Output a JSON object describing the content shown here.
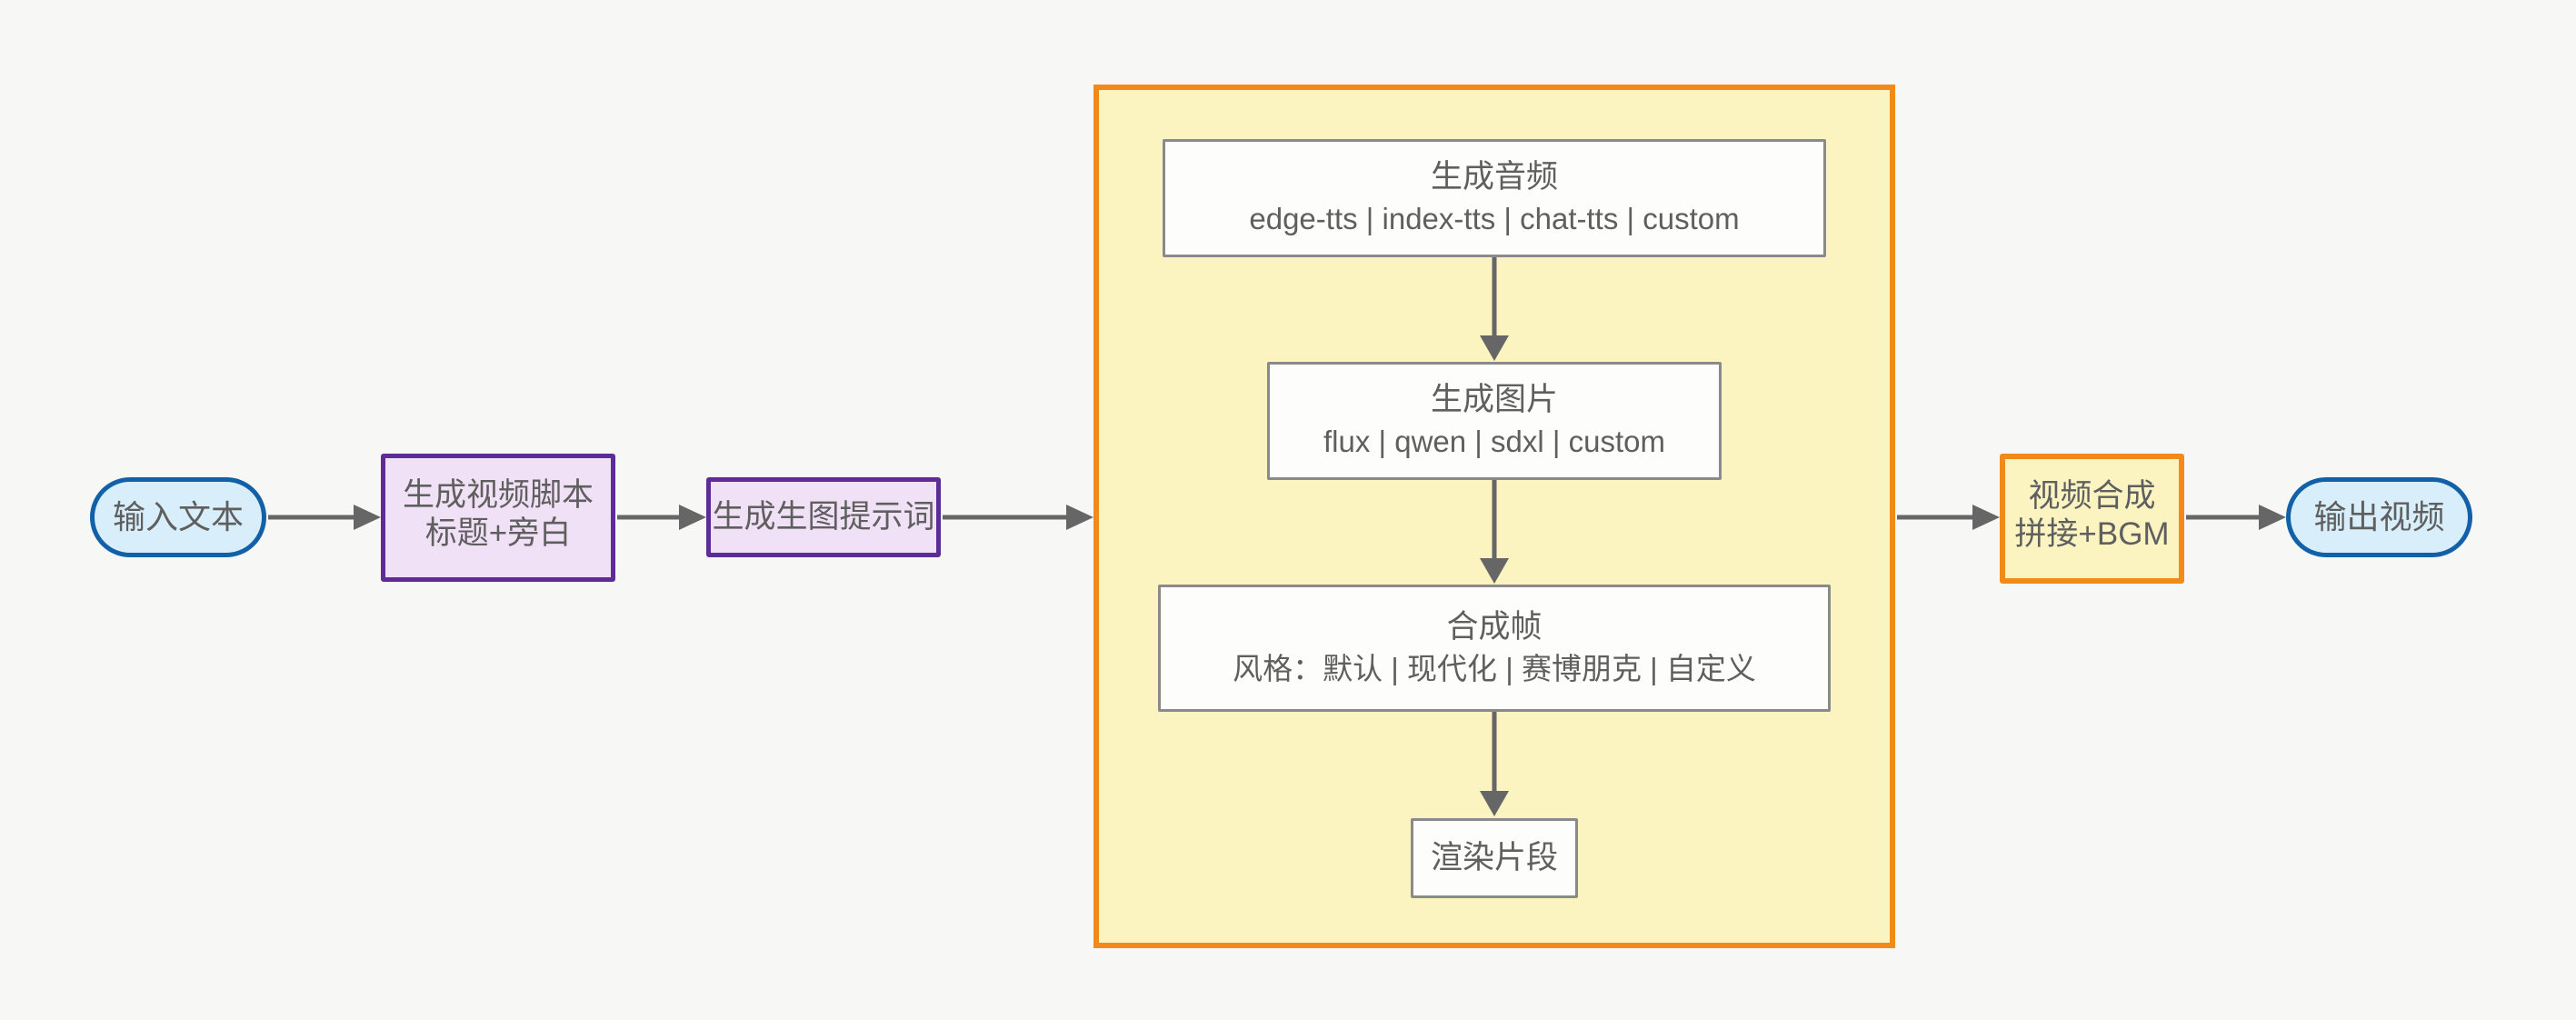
{
  "diagram_title": "text-to-video pipeline flowchart",
  "nodes": {
    "input": {
      "label": "输入文本"
    },
    "script": {
      "line1": "生成视频脚本",
      "line2": "标题+旁白"
    },
    "prompt": {
      "label": "生成生图提示词"
    },
    "audio": {
      "title": "生成音频",
      "subtitle": "edge-tts | index-tts | chat-tts | custom"
    },
    "image": {
      "title": "生成图片",
      "subtitle": "flux | qwen | sdxl | custom"
    },
    "frame": {
      "title": "合成帧",
      "subtitle": "风格：默认 | 现代化 | 赛博朋克 | 自定义"
    },
    "render": {
      "label": "渲染片段"
    },
    "compose": {
      "line1": "视频合成",
      "line2": "拼接+BGM"
    },
    "output": {
      "label": "输出视频"
    }
  },
  "colors": {
    "background": "#f7f7f5",
    "arrow": "#666666",
    "text": "#5f5f5f",
    "terminal_border": "#1261a8",
    "terminal_fill": "#d8effb",
    "process_border": "#5e2b97",
    "process_fill": "#f1e1f6",
    "stage_border": "#f18a18",
    "stage_fill": "#fbf4c1",
    "step_border": "#8a8a8a",
    "step_fill": "#fdfdfc"
  }
}
